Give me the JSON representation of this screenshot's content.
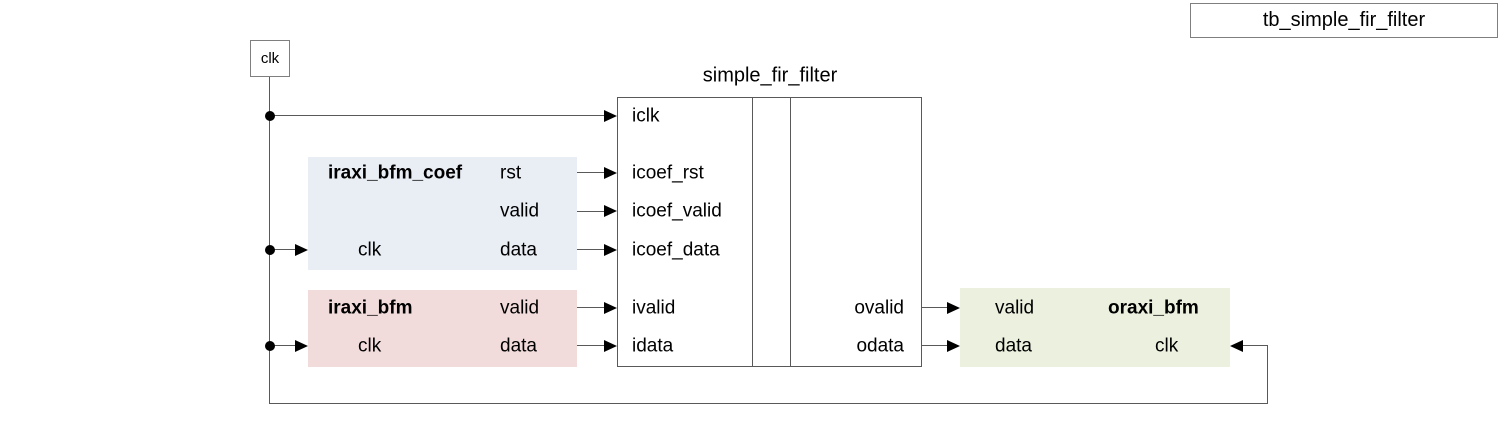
{
  "diagram": {
    "testbench": {
      "label": "tb_simple_fir_filter"
    },
    "clock_source": {
      "label": "clk"
    },
    "dut": {
      "title": "simple_fir_filter",
      "input_ports": [
        "iclk",
        "icoef_rst",
        "icoef_valid",
        "icoef_data",
        "ivalid",
        "idata"
      ],
      "output_ports": [
        "ovalid",
        "odata"
      ]
    },
    "instances": {
      "coef_bfm": {
        "name": "iraxi_bfm_coef",
        "clk_port": "clk",
        "out_ports": [
          "rst",
          "valid",
          "data"
        ],
        "fill": "#e9edf4"
      },
      "data_bfm": {
        "name": "iraxi_bfm",
        "clk_port": "clk",
        "out_ports": [
          "valid",
          "data"
        ],
        "fill": "#f2dcdb"
      },
      "out_bfm": {
        "name": "oraxi_bfm",
        "clk_port": "clk",
        "in_ports": [
          "valid",
          "data"
        ],
        "fill": "#ebf1de"
      }
    },
    "colors": {
      "coef_bfm_fill": "#e9edf4",
      "data_bfm_fill": "#f2dcdb",
      "out_bfm_fill": "#ebf1de",
      "wire": "#595959",
      "text": "#000000",
      "background": "#ffffff"
    }
  }
}
